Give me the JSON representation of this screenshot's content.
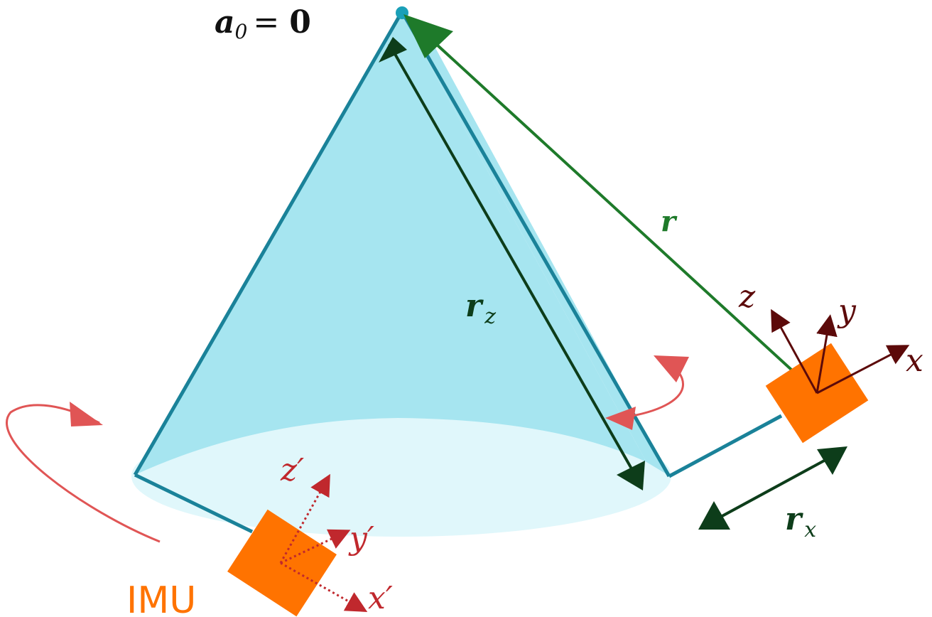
{
  "labels": {
    "origin_vector": "a",
    "origin_subscript": "0",
    "origin_equals": "= ",
    "origin_zero": "0",
    "r": "r",
    "rz": "r",
    "rz_subscript": "z",
    "rx": "r",
    "rx_subscript": "x",
    "axis_x": "x",
    "axis_y": "y",
    "axis_z": "z",
    "axis_x_prime": "x′",
    "axis_y_prime": "y′",
    "axis_z_prime": "z′",
    "imu": "IMU"
  },
  "colors": {
    "cone_fill": "#a6e5f0",
    "cone_edge": "#1a8299",
    "base_ellipse": "#e0f7fb",
    "arm_line": "#1a8299",
    "vector_r": "#1e7a2a",
    "vector_dark": "#0d3d1a",
    "axes_dark_red": "#5c0a0a",
    "axes_red": "#c0282d",
    "rotation_arrow": "#e05555",
    "imu_block": "#ff7300",
    "text_black": "#111111"
  }
}
